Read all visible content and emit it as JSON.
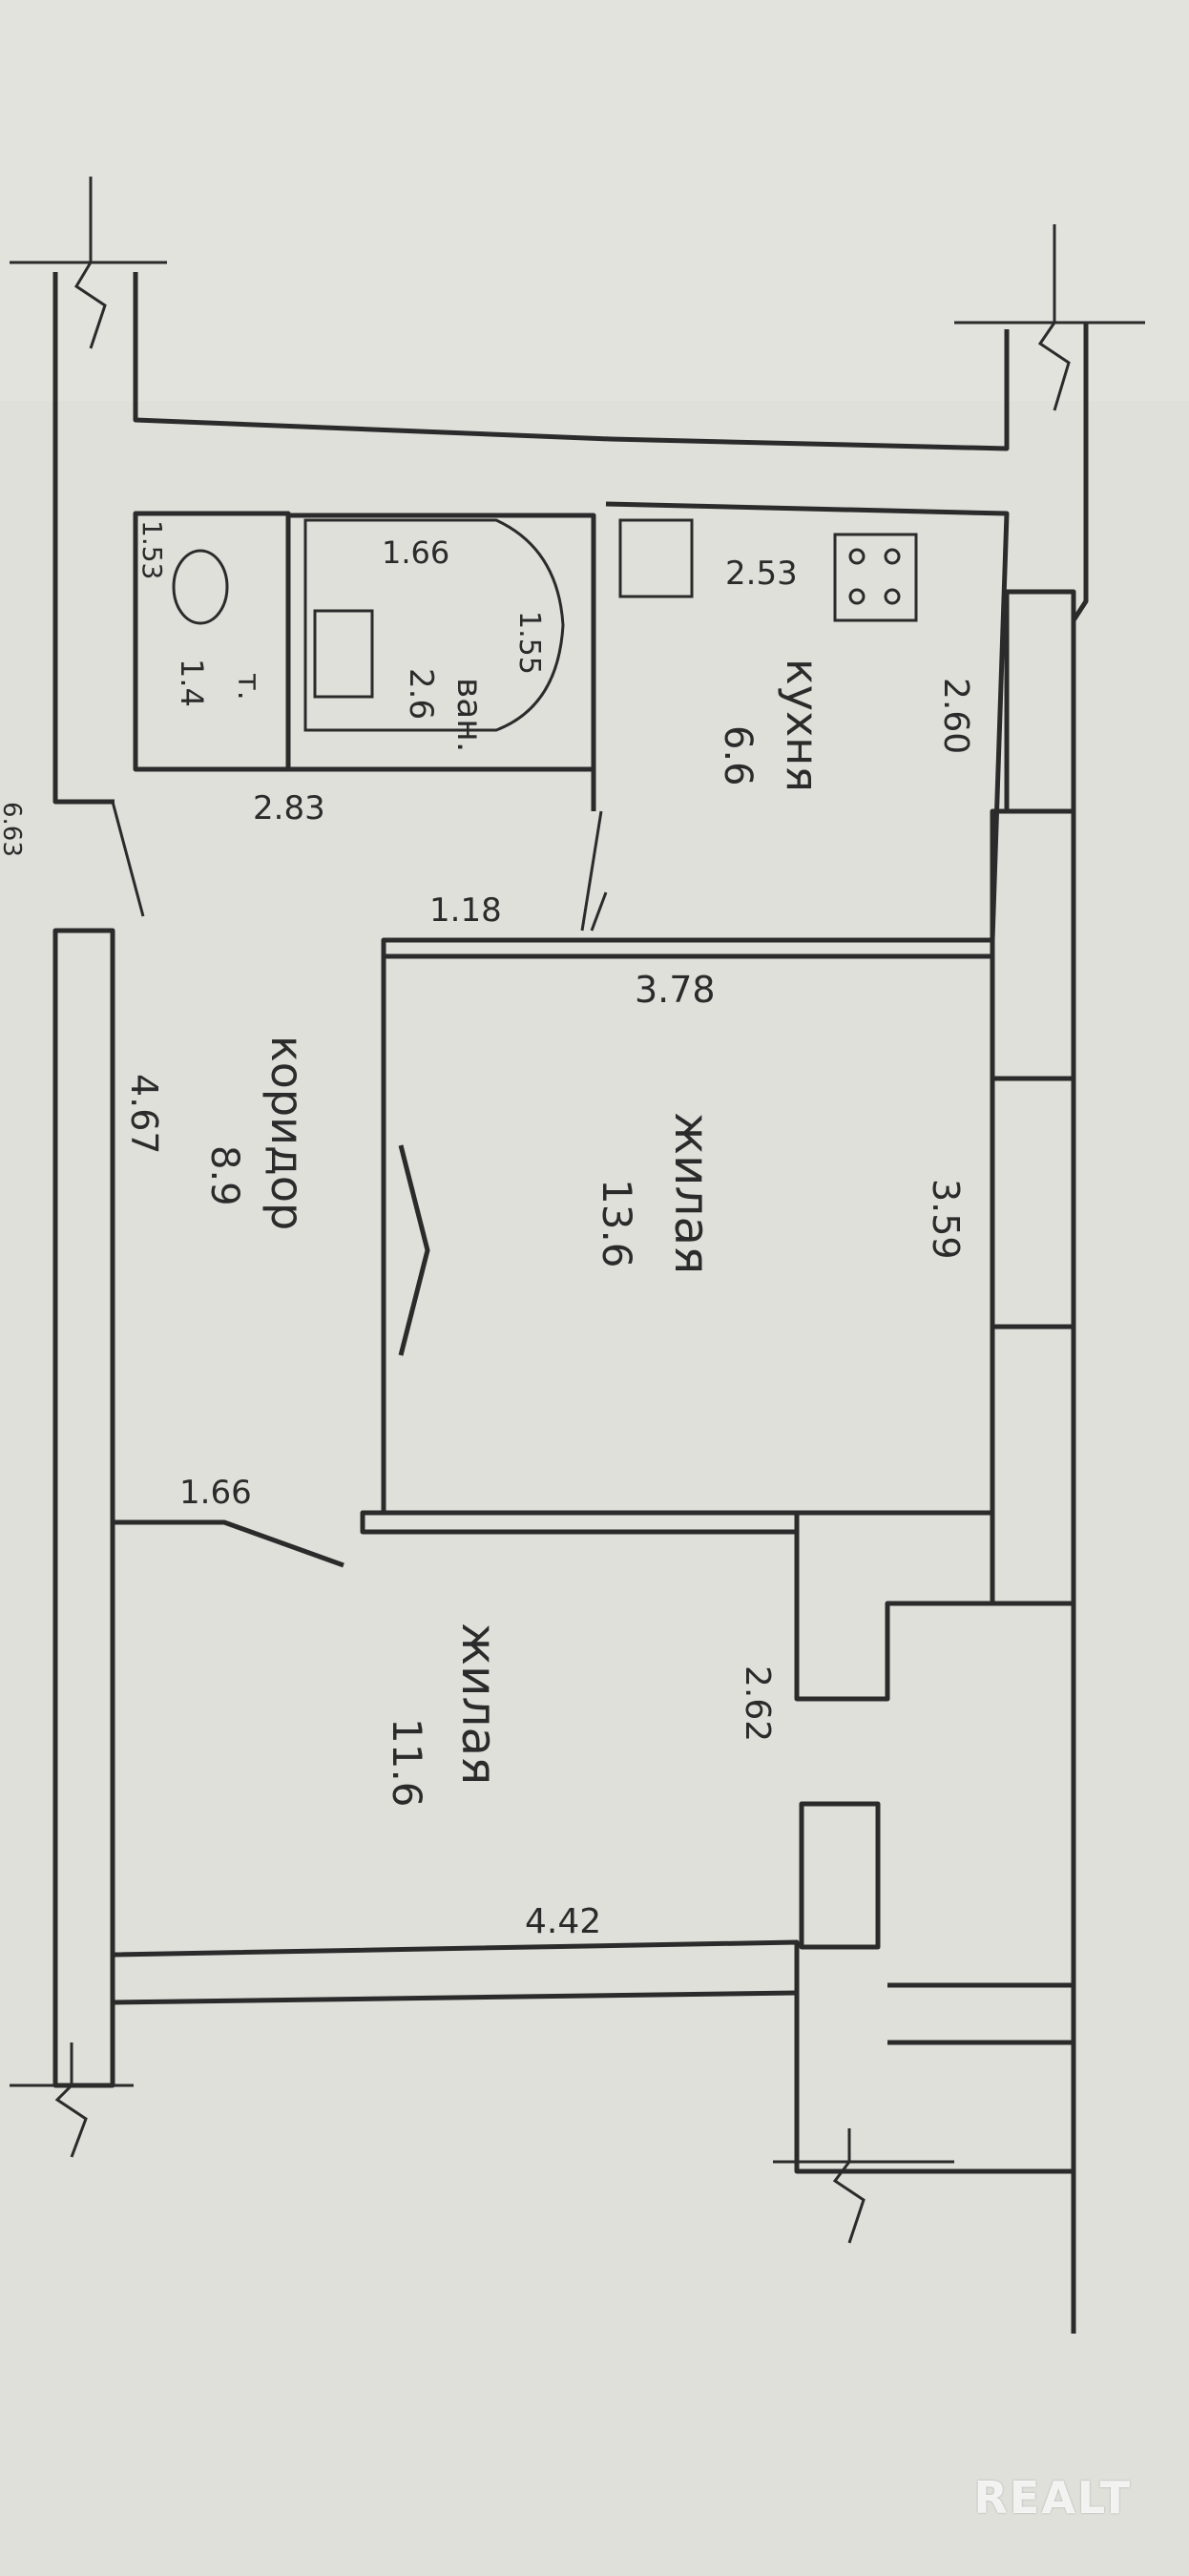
{
  "plan": {
    "rooms": {
      "bath": {
        "name": "ван.",
        "area": "2.6"
      },
      "toilet": {
        "name": "т.",
        "area": "1.4"
      },
      "kitchen": {
        "name": "кухня",
        "area": "6.6"
      },
      "corridor": {
        "name": "коридор",
        "area": "8.9"
      },
      "living1": {
        "name": "жилая",
        "area": "13.6"
      },
      "living2": {
        "name": "жилая",
        "area": "11.6"
      }
    },
    "dimensions": {
      "bath_length": "1.66",
      "bath_width": "1.55",
      "toilet_width": "1.53",
      "bath_toilet_span": "2.83",
      "kitchen_length": "2.53",
      "kitchen_width": "2.60",
      "corridor_opening": "1.18",
      "corridor_length": "4.67",
      "corridor_width": "1.66",
      "living1_length": "3.78",
      "living1_width": "3.59",
      "living2_length": "4.42",
      "living2_width": "2.62"
    },
    "margin_note": "6.63"
  },
  "watermark": "REALT",
  "colors": {
    "paper": "#dfe0da",
    "ink": "#2b2b2b"
  }
}
